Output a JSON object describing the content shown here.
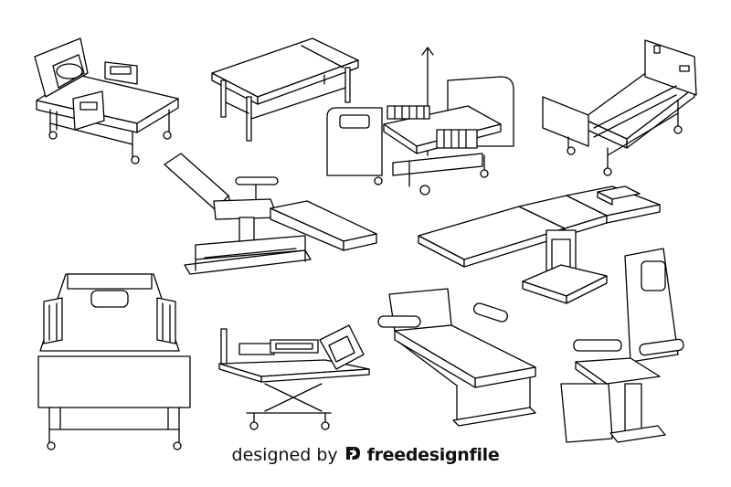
{
  "illustration": {
    "items": [
      {
        "id": "hospital-bed-1"
      },
      {
        "id": "massage-table"
      },
      {
        "id": "hospital-bed-iv-pole"
      },
      {
        "id": "hospital-bed-2"
      },
      {
        "id": "dental-recliner-chair"
      },
      {
        "id": "operating-table"
      },
      {
        "id": "hospital-bed-front-view"
      },
      {
        "id": "stretcher-trolley"
      },
      {
        "id": "exam-lounge-chair"
      },
      {
        "id": "treatment-chair"
      }
    ]
  },
  "watermark": {
    "prefix": "designed by",
    "brand": "freedesignfile",
    "logo_icon": "fd-logo-icon"
  },
  "colors": {
    "line": "#000000",
    "background": "#ffffff"
  }
}
